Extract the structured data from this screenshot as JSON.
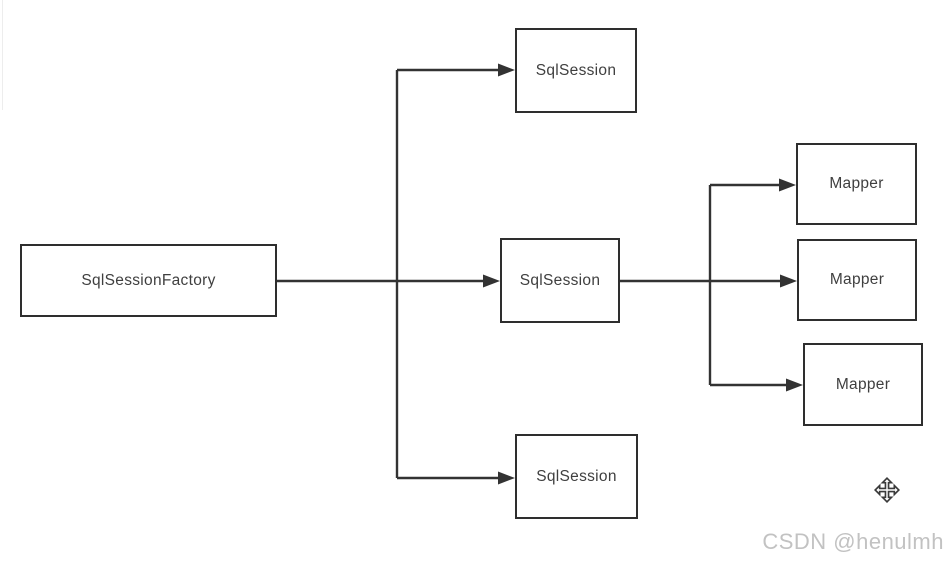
{
  "diagram": {
    "nodes": [
      {
        "id": "sqlsessionfactory",
        "label": "SqlSessionFactory"
      },
      {
        "id": "sqlsession-top",
        "label": "SqlSession"
      },
      {
        "id": "sqlsession-middle",
        "label": "SqlSession"
      },
      {
        "id": "sqlsession-bottom",
        "label": "SqlSession"
      },
      {
        "id": "mapper-top",
        "label": "Mapper"
      },
      {
        "id": "mapper-middle",
        "label": "Mapper"
      },
      {
        "id": "mapper-bottom",
        "label": "Mapper"
      }
    ],
    "edges": [
      {
        "from": "sqlsessionfactory",
        "to": "sqlsession-top"
      },
      {
        "from": "sqlsessionfactory",
        "to": "sqlsession-middle"
      },
      {
        "from": "sqlsessionfactory",
        "to": "sqlsession-bottom"
      },
      {
        "from": "sqlsession-middle",
        "to": "mapper-top"
      },
      {
        "from": "sqlsession-middle",
        "to": "mapper-middle"
      },
      {
        "from": "sqlsession-middle",
        "to": "mapper-bottom"
      }
    ]
  },
  "watermark": {
    "text": "CSDN @henulmh"
  },
  "icons": {
    "move_cursor": "move-cursor-icon"
  },
  "colors": {
    "line": "#333333",
    "box_border": "#2e2e2e",
    "box_text": "#3f3f3f",
    "watermark": "#c2c2c2",
    "background": "#ffffff"
  }
}
